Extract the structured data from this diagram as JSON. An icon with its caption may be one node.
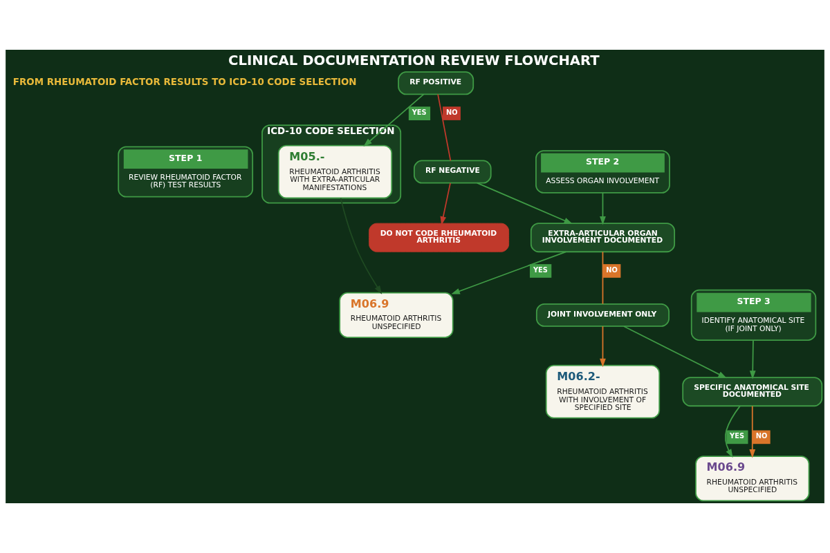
{
  "diagram": {
    "title": "CLINICAL DOCUMENTATION REVIEW FLOWCHART",
    "nodes": [
      {
        "text": [
          "STEP 1",
          "REVIEW RHEUMATOID FACTOR (RF) TEST RESULTS"
        ]
      },
      {
        "text": [
          "STEP 2",
          "ASSESS ORGAN INVOLVEMENT"
        ]
      },
      {
        "text": [
          "STEP 3",
          "IDENTIFY ANATOMICAL SITE (IF JOINT ONLY)"
        ]
      },
      {
        "text": [
          "RF POSITIVE"
        ]
      },
      {
        "text": [
          "RF NEGATIVE"
        ]
      },
      {
        "text": [
          "DO NOT CODE RHEUMATOID ARTHRITIS"
        ]
      },
      {
        "text": [
          "EXTRA-ARTICULAR ORGAN INVOLVEMENT DOCUMENTED"
        ]
      },
      {
        "text": [
          "JOINT INVOLVEMENT ONLY"
        ]
      },
      {
        "text": [
          "SPECIFIC ANATOMICAL SITE DOCUMENTED"
        ]
      },
      {
        "text": [
          "ICD-10 CODE SELECTION"
        ]
      },
      {
        "text": [
          "M05.-",
          "RHEUMATOID ARTHRITIS WITH EXTRA-ARTICULAR MANIFESTATIONS"
        ],
        "in": 9
      },
      {
        "text": [
          "M06.9",
          "RHEUMATOID ARTHRITIS UNSPECIFIED"
        ]
      },
      {
        "text": [
          "M06.2-",
          "RHEUMATOID ARTHRITIS WITH INVOLVEMENT OF SPECIFIED SITE"
        ]
      },
      {
        "text": [
          "M06.9",
          "RHEUMATOID ARTHRITIS UNSPECIFIED"
        ]
      }
    ],
    "edges": [
      {
        "from": 3,
        "to": 10,
        "arrow": "to",
        "label": "YES"
      },
      {
        "from": 3,
        "to": 4,
        "arrow": "none",
        "label": "NO",
        "color": "#c0392b"
      },
      {
        "from": 4,
        "to": 5,
        "arrow": "to",
        "color": "#c0392b"
      },
      {
        "from": 4,
        "to": 6,
        "arrow": "to"
      },
      {
        "from": 10,
        "to": 11,
        "arrow": "to",
        "color": "#1f4a22"
      },
      {
        "from": 1,
        "to": 6,
        "arrow": "to"
      },
      {
        "from": 6,
        "to": 11,
        "arrow": "to",
        "label": "YES"
      },
      {
        "from": 6,
        "to": 7,
        "arrow": "none",
        "label": "NO",
        "color": "#d9752a"
      },
      {
        "from": 7,
        "to": 12,
        "arrow": "to",
        "color": "#d9752a"
      },
      {
        "from": 7,
        "to": 8,
        "arrow": "to"
      },
      {
        "from": 2,
        "to": 8,
        "arrow": "to"
      },
      {
        "from": 8,
        "to": 13,
        "arrow": "to",
        "label": "YES"
      },
      {
        "from": 8,
        "to": 13,
        "arrow": "to",
        "label": "NO",
        "color": "#d9752a"
      }
    ],
    "labels": [
      "FROM RHEUMATOID FACTOR RESULTS TO ICD-10 CODE SELECTION"
    ]
  }
}
